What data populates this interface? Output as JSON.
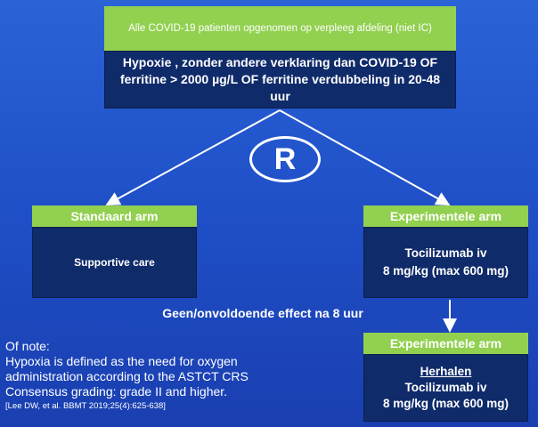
{
  "top": {
    "header": "Alle COVID-19 patienten opgenomen op verpleeg afdeling (niet IC)",
    "body": "Hypoxie , zonder andere verklaring dan COVID-19 OF ferritine > 2000 µg/L OF ferritine verdubbeling in 20-48 uur"
  },
  "randomization_label": "R",
  "standard_arm": {
    "title": "Standaard arm",
    "body": "Supportive care"
  },
  "experimental_arm_1": {
    "title": "Experimentele arm",
    "line1": "Tocilizumab iv",
    "line2": "8 mg/kg (max 600 mg)"
  },
  "effect_text": "Geen/onvoldoende effect na 8 uur",
  "experimental_arm_2": {
    "title": "Experimentele arm",
    "line1": "Herhalen",
    "line2": "Tocilizumab iv",
    "line3": "8 mg/kg (max 600 mg)"
  },
  "note": {
    "line1": "Of note:",
    "line2": "Hypoxia is defined as the need for oxygen",
    "line3": "administration according to the ASTCT CRS",
    "line4": "Consensus grading: grade II and higher.",
    "reference": "[Lee DW, et al. BBMT 2019;25(4):625-638]"
  },
  "colors": {
    "background": "#1f4fc7",
    "header_green": "#92d050",
    "box_navy": "#102b6a",
    "text": "#ffffff"
  }
}
